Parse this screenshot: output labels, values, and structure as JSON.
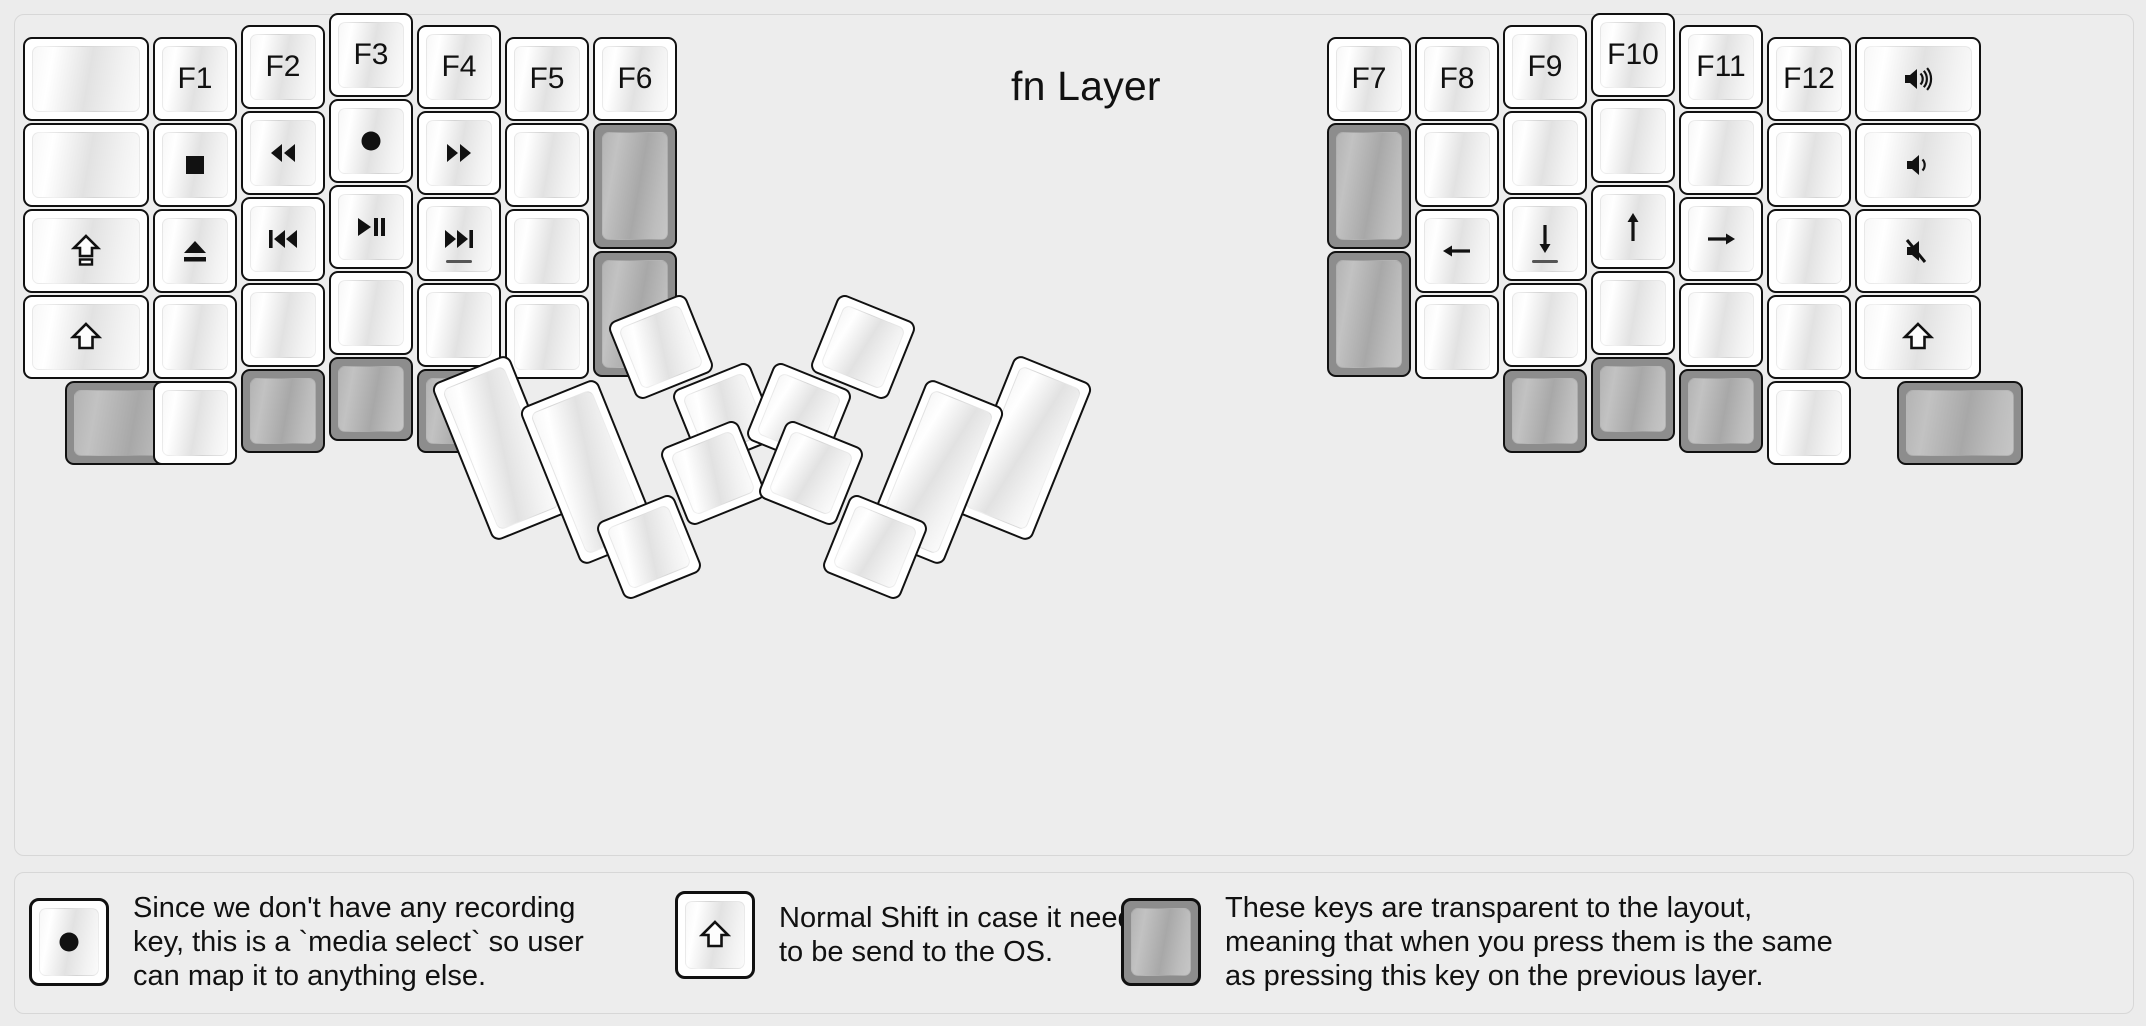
{
  "title": "fn Layer",
  "colors": {
    "background": "#ececec",
    "panel": "#ededed",
    "key_face": "#ffffff",
    "key_transparent": "#8d8d8d",
    "outline": "#111111"
  },
  "keyboard": {
    "name": "split-ergonomic-keyboard",
    "left_half": {
      "columns": [
        {
          "name": "col-outer-left",
          "keys": [
            {
              "label": "",
              "icon": "",
              "type": "normal"
            },
            {
              "label": "",
              "icon": "",
              "type": "normal"
            },
            {
              "label": "",
              "icon": "caps-lock-icon",
              "type": "normal"
            },
            {
              "label": "",
              "icon": "shift-icon",
              "type": "normal"
            },
            {
              "label": "",
              "icon": "",
              "type": "transparent"
            }
          ]
        },
        {
          "name": "col-f1",
          "keys": [
            {
              "label": "F1",
              "icon": "",
              "type": "normal"
            },
            {
              "label": "",
              "icon": "media-stop-icon",
              "type": "normal"
            },
            {
              "label": "",
              "icon": "media-eject-icon",
              "type": "normal"
            },
            {
              "label": "",
              "icon": "",
              "type": "normal"
            },
            {
              "label": "",
              "icon": "",
              "type": "normal"
            }
          ]
        },
        {
          "name": "col-f2",
          "keys": [
            {
              "label": "F2",
              "icon": "",
              "type": "normal"
            },
            {
              "label": "",
              "icon": "media-rewind-icon",
              "type": "normal"
            },
            {
              "label": "",
              "icon": "media-previous-track-icon",
              "type": "normal"
            },
            {
              "label": "",
              "icon": "",
              "type": "normal"
            },
            {
              "label": "",
              "icon": "",
              "type": "transparent"
            }
          ]
        },
        {
          "name": "col-f3",
          "keys": [
            {
              "label": "F3",
              "icon": "",
              "type": "normal"
            },
            {
              "label": "",
              "icon": "media-record-icon",
              "type": "normal"
            },
            {
              "label": "",
              "icon": "media-play-pause-icon",
              "type": "normal"
            },
            {
              "label": "",
              "icon": "",
              "type": "normal"
            },
            {
              "label": "",
              "icon": "",
              "type": "transparent"
            }
          ]
        },
        {
          "name": "col-f4",
          "keys": [
            {
              "label": "F4",
              "icon": "",
              "type": "normal"
            },
            {
              "label": "",
              "icon": "media-fast-forward-icon",
              "type": "normal"
            },
            {
              "label": "",
              "icon": "media-next-track-icon",
              "type": "normal"
            },
            {
              "label": "",
              "icon": "",
              "type": "normal"
            },
            {
              "label": "",
              "icon": "",
              "type": "transparent"
            }
          ]
        },
        {
          "name": "col-f5",
          "keys": [
            {
              "label": "F5",
              "icon": "",
              "type": "normal"
            },
            {
              "label": "",
              "icon": "",
              "type": "normal"
            },
            {
              "label": "",
              "icon": "",
              "type": "normal"
            },
            {
              "label": "",
              "icon": "",
              "type": "normal"
            }
          ]
        },
        {
          "name": "col-f6",
          "keys": [
            {
              "label": "F6",
              "icon": "",
              "type": "normal"
            },
            {
              "label": "",
              "icon": "",
              "type": "transparent"
            },
            {
              "label": "",
              "icon": "",
              "type": "transparent"
            }
          ]
        }
      ],
      "thumb_cluster": {
        "name": "left-thumb-cluster",
        "keys": [
          {
            "label": "",
            "icon": "",
            "type": "normal"
          },
          {
            "label": "",
            "icon": "",
            "type": "normal"
          },
          {
            "label": "",
            "icon": "",
            "type": "normal"
          },
          {
            "label": "",
            "icon": "",
            "type": "normal"
          },
          {
            "label": "",
            "icon": "",
            "type": "normal"
          },
          {
            "label": "",
            "icon": "",
            "type": "normal"
          }
        ]
      }
    },
    "right_half": {
      "columns": [
        {
          "name": "col-f7",
          "keys": [
            {
              "label": "F7",
              "icon": "",
              "type": "normal"
            },
            {
              "label": "",
              "icon": "",
              "type": "transparent"
            },
            {
              "label": "",
              "icon": "",
              "type": "transparent"
            }
          ]
        },
        {
          "name": "col-f8",
          "keys": [
            {
              "label": "F8",
              "icon": "",
              "type": "normal"
            },
            {
              "label": "",
              "icon": "",
              "type": "normal"
            },
            {
              "label": "",
              "icon": "arrow-left-icon",
              "type": "normal"
            },
            {
              "label": "",
              "icon": "",
              "type": "normal"
            }
          ]
        },
        {
          "name": "col-f9",
          "keys": [
            {
              "label": "F9",
              "icon": "",
              "type": "normal"
            },
            {
              "label": "",
              "icon": "",
              "type": "normal"
            },
            {
              "label": "",
              "icon": "arrow-down-icon",
              "type": "normal"
            },
            {
              "label": "",
              "icon": "",
              "type": "normal"
            },
            {
              "label": "",
              "icon": "",
              "type": "transparent"
            }
          ]
        },
        {
          "name": "col-f10",
          "keys": [
            {
              "label": "F10",
              "icon": "",
              "type": "normal"
            },
            {
              "label": "",
              "icon": "",
              "type": "normal"
            },
            {
              "label": "",
              "icon": "arrow-up-icon",
              "type": "normal"
            },
            {
              "label": "",
              "icon": "",
              "type": "normal"
            },
            {
              "label": "",
              "icon": "",
              "type": "transparent"
            }
          ]
        },
        {
          "name": "col-f11",
          "keys": [
            {
              "label": "F11",
              "icon": "",
              "type": "normal"
            },
            {
              "label": "",
              "icon": "",
              "type": "normal"
            },
            {
              "label": "",
              "icon": "arrow-right-icon",
              "type": "normal"
            },
            {
              "label": "",
              "icon": "",
              "type": "normal"
            },
            {
              "label": "",
              "icon": "",
              "type": "transparent"
            }
          ]
        },
        {
          "name": "col-f12",
          "keys": [
            {
              "label": "F12",
              "icon": "",
              "type": "normal"
            },
            {
              "label": "",
              "icon": "",
              "type": "normal"
            },
            {
              "label": "",
              "icon": "",
              "type": "normal"
            },
            {
              "label": "",
              "icon": "",
              "type": "normal"
            },
            {
              "label": "",
              "icon": "",
              "type": "normal"
            }
          ]
        },
        {
          "name": "col-outer-right",
          "keys": [
            {
              "label": "",
              "icon": "volume-up-icon",
              "type": "normal"
            },
            {
              "label": "",
              "icon": "volume-down-icon",
              "type": "normal"
            },
            {
              "label": "",
              "icon": "volume-mute-icon",
              "type": "normal"
            },
            {
              "label": "",
              "icon": "shift-icon",
              "type": "normal"
            },
            {
              "label": "",
              "icon": "",
              "type": "transparent"
            }
          ]
        }
      ],
      "thumb_cluster": {
        "name": "right-thumb-cluster",
        "keys": [
          {
            "label": "",
            "icon": "",
            "type": "normal"
          },
          {
            "label": "",
            "icon": "",
            "type": "normal"
          },
          {
            "label": "",
            "icon": "",
            "type": "normal"
          },
          {
            "label": "",
            "icon": "",
            "type": "normal"
          },
          {
            "label": "",
            "icon": "",
            "type": "normal"
          },
          {
            "label": "",
            "icon": "",
            "type": "normal"
          }
        ]
      }
    }
  },
  "legend": [
    {
      "name": "legend-media-select",
      "icon": "media-record-icon",
      "key_type": "normal",
      "text": "Since we don't have any recording\nkey, this is a `media select` so user\ncan map it to anything else."
    },
    {
      "name": "legend-normal-shift",
      "icon": "shift-icon",
      "key_type": "normal",
      "text": "Normal Shift in case it needs\nto be send to the OS."
    },
    {
      "name": "legend-transparent",
      "icon": "",
      "key_type": "transparent",
      "text": "These keys are transparent to the layout,\nmeaning that when you press them is the same\nas pressing this key on the previous layer."
    }
  ]
}
